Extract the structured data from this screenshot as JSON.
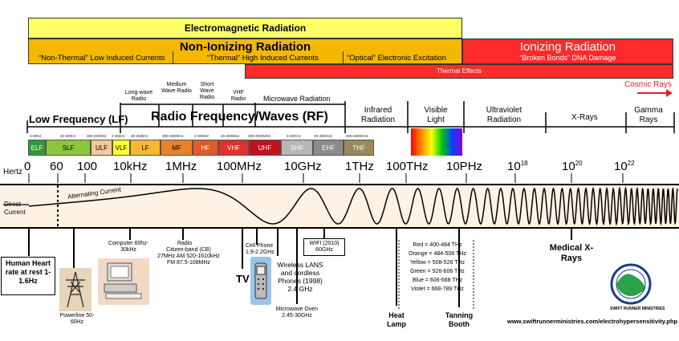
{
  "bands": {
    "em": "Electromagnetic Radiation",
    "nonion": "Non-Ionizing Radiation",
    "ion": "Ionizing Radiation",
    "nonthermal": "“Non-Thermal”  Low Induced Currents",
    "thermal": "“Thermal”  High Induced Currents",
    "optical": "“Optical”  Electronic Excitation",
    "broken": "“Broken Bonds” DNA Damage",
    "thermal_effects": "Thermal Effects",
    "cosmic": "Cosmic Rays"
  },
  "regions": {
    "lf": "Low Frequency (LF)",
    "rf": "Radio Frequency/Waves (RF)",
    "longwave": "Long-wave Radio",
    "mediumwave": "Medium Wave Radio",
    "shortwave": "Short Wave Radio",
    "vhf": "VHF Radio",
    "microwave": "Microwave Radiation",
    "infrared": "Infrared Radiation",
    "visible": "Visible Light",
    "uv": "Ultraviolet Radiation",
    "xrays": "X-Rays",
    "gamma": "Gamma Rays"
  },
  "cells": [
    {
      "label": "ELF",
      "freq": "3-30Hz",
      "color": "#2e9b3a"
    },
    {
      "label": "SLF",
      "freq": "30-300Hz",
      "color": "#8cc63f"
    },
    {
      "label": "ULF",
      "freq": "300-3000Hz",
      "color": "#f5c89a"
    },
    {
      "label": "VLF",
      "freq": "3-30kHz",
      "color": "#ffff33"
    },
    {
      "label": "LF",
      "freq": "30-300kHz",
      "color": "#f7b733"
    },
    {
      "label": "MF",
      "freq": "300-3000kHz",
      "color": "#e8822b"
    },
    {
      "label": "HF",
      "freq": "3-30MHz",
      "color": "#e05a2b"
    },
    {
      "label": "VHF",
      "freq": "30-300MHz",
      "color": "#e03030"
    },
    {
      "label": "UHF",
      "freq": "300-3000MHz",
      "color": "#c0141c"
    },
    {
      "label": "SHF",
      "freq": "3-30GHz",
      "color": "#b7b7b7"
    },
    {
      "label": "EHF",
      "freq": "30-300GHz",
      "color": "#8c8c8c"
    },
    {
      "label": "THF",
      "freq": "300-3000GHz",
      "color": "#9a8a5a"
    }
  ],
  "axis": {
    "hertz": "Hertz",
    "ticks": [
      "0",
      "60",
      "100",
      "10kHz",
      "1MHz",
      "100MHz",
      "10GHz",
      "1THz",
      "100THz",
      "10PHz",
      "10",
      "10",
      "10"
    ],
    "exps": [
      "18",
      "20",
      "22"
    ]
  },
  "wave": {
    "direct": "Direct Current",
    "alternating": "Alternating Current"
  },
  "apps": {
    "heart": "Human Heart rate at rest 1-1.6Hz",
    "powerline": "Powerline 50-60Hz",
    "computer": "Computer 60hz-30kHz",
    "radio": "Radio",
    "radio_detail": "Citizen-band (CB) 27MHz AM 520-1610kHz FM 87.5-108MHz",
    "tv": "TV",
    "cellphone": "Cell Phone 1.9-2.2GHz",
    "wireless": "Wireless LANS and cordless Phones (1998) 2.4 GHz",
    "microwave_oven": "Microwave Oven 2.45-30GHz",
    "wifi": "WIFI (2010) 60GHz",
    "heat_lamp": "Heat Lamp",
    "tanning": "Tanning Booth",
    "medical": "Medical X-Rays",
    "colors": [
      "Red = 400-484 THz",
      "Orange = 484-508 THz",
      "Yellow = 508-526 THz",
      "Green = 526-606 THz",
      "Blue = 606-668 THz",
      "Violet = 668-789 THz"
    ],
    "url": "www.swiftrunnerministries.com/electrohypersensitivity.php",
    "logo_text": "SWIFT RUNNER MINISTRIES"
  },
  "colors": {
    "yellow": "#ffff66",
    "orange": "#f5b800",
    "red": "#ff2a2a",
    "wave_bg": "#fdf2e4"
  }
}
